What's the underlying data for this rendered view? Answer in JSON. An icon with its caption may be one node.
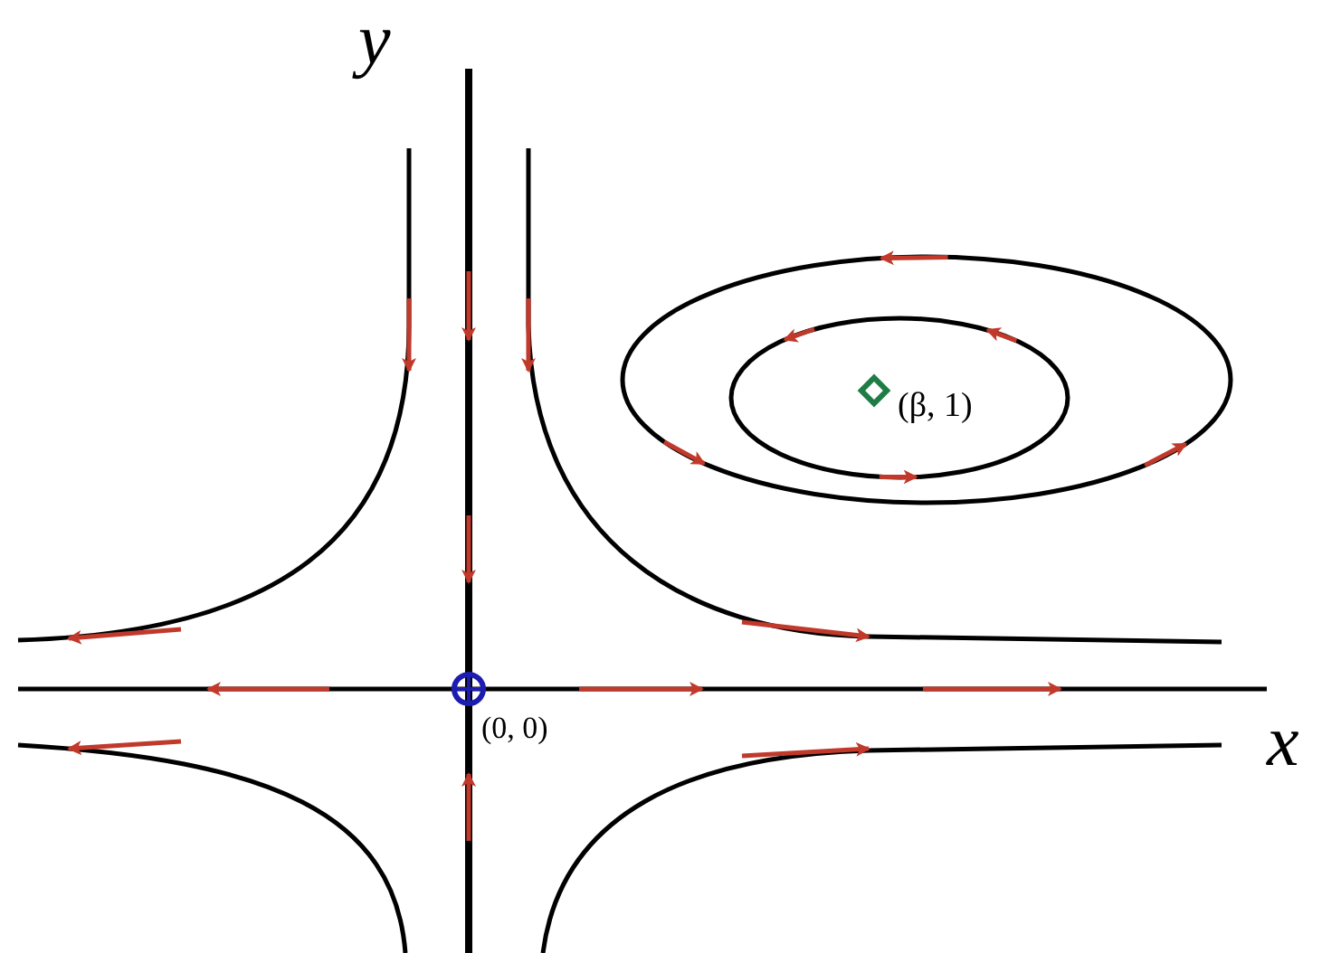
{
  "diagram": {
    "labels": [
      "y",
      "x",
      "(0, 0)",
      "(β, 1)"
    ]
  }
}
